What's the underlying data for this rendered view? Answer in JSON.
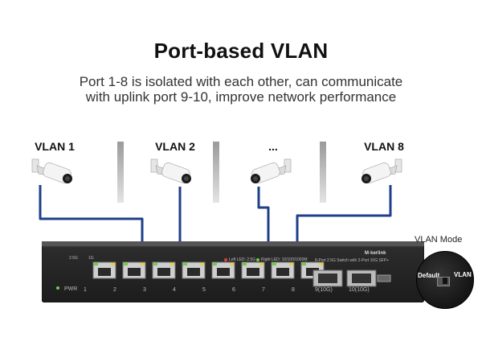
{
  "title": "Port-based VLAN",
  "subtitle_line1": "Port 1-8 is isolated with each other, can communicate",
  "subtitle_line2": "with uplink port 9-10, improve network performance",
  "vlans": [
    {
      "label": "VLAN 1"
    },
    {
      "label": "VLAN 2"
    },
    {
      "label": "..."
    },
    {
      "label": "VLAN 8"
    }
  ],
  "switch": {
    "brand": "M◦kerlink",
    "model": "8-Port 2.5G Switch with 2-Port 10G SFP+",
    "legend_left": "Left LED: 2.5G",
    "legend_right": "Right LED: 10/100/1000M",
    "speed_2_5g": "2.5G",
    "speed_1g": "1G",
    "power_label": "PWR",
    "port_labels": [
      "1",
      "2",
      "3",
      "4",
      "5",
      "6",
      "7",
      "8"
    ],
    "sfp_labels": [
      "9(10G)",
      "10(10G)"
    ],
    "wire_color": "#1f3f8a"
  },
  "mode": {
    "title": "VLAN Mode",
    "default_label": "Default",
    "vlan_label": "VLAN"
  }
}
